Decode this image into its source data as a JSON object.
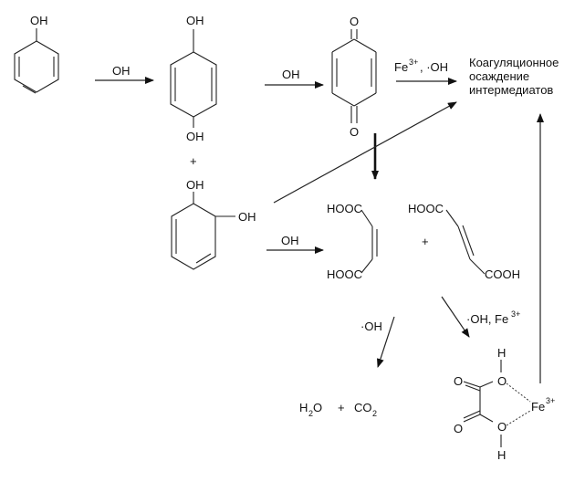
{
  "labels": {
    "oh": "OH",
    "o": "O",
    "h": "H",
    "plus": "+",
    "hooc": "HOOC",
    "cooh": "COOH",
    "fe": "Fe",
    "three_plus": "3+",
    "dot_oh": "·OH",
    "comma_dot_oh": ", ·OH",
    "oh_comma": "·OH, Fe",
    "h2o_h": "H",
    "h2o_sub": "2",
    "h2o_o": "O",
    "co_c": "CO",
    "co_sub": "2",
    "product": [
      "Коагуляционное",
      "осаждение",
      "интермедиатов"
    ]
  }
}
